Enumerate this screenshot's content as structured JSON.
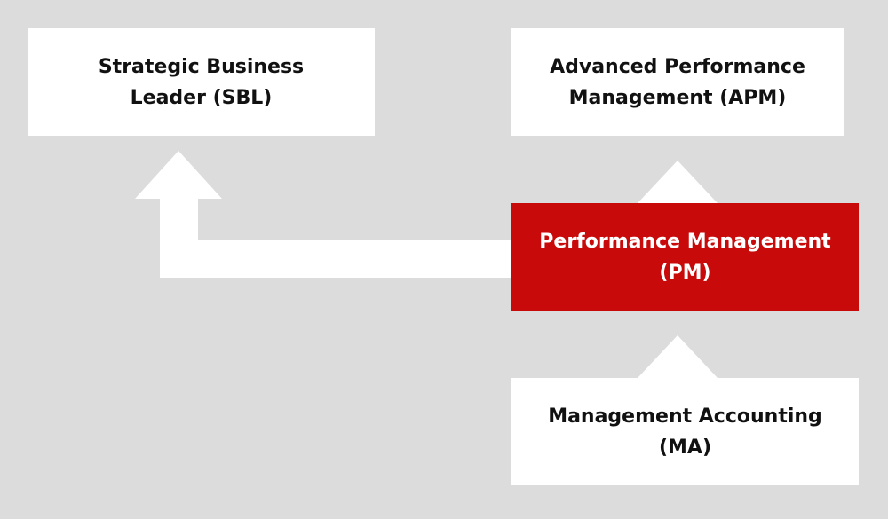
{
  "colors": {
    "background": "#dcdcdc",
    "box": "#ffffff",
    "highlight": "#c80a0a",
    "text_dark": "#111111",
    "text_light": "#ffffff",
    "arrow": "#ffffff"
  },
  "nodes": {
    "sbl": {
      "label": "Strategic Business\nLeader (SBL)"
    },
    "apm": {
      "label": "Advanced Performance\nManagement (APM)"
    },
    "pm": {
      "label": "Performance Management\n(PM)"
    },
    "ma": {
      "label": "Management Accounting\n(MA)"
    }
  },
  "edges": [
    {
      "from": "ma",
      "to": "pm"
    },
    {
      "from": "pm",
      "to": "apm"
    },
    {
      "from": "pm",
      "to": "sbl"
    }
  ]
}
